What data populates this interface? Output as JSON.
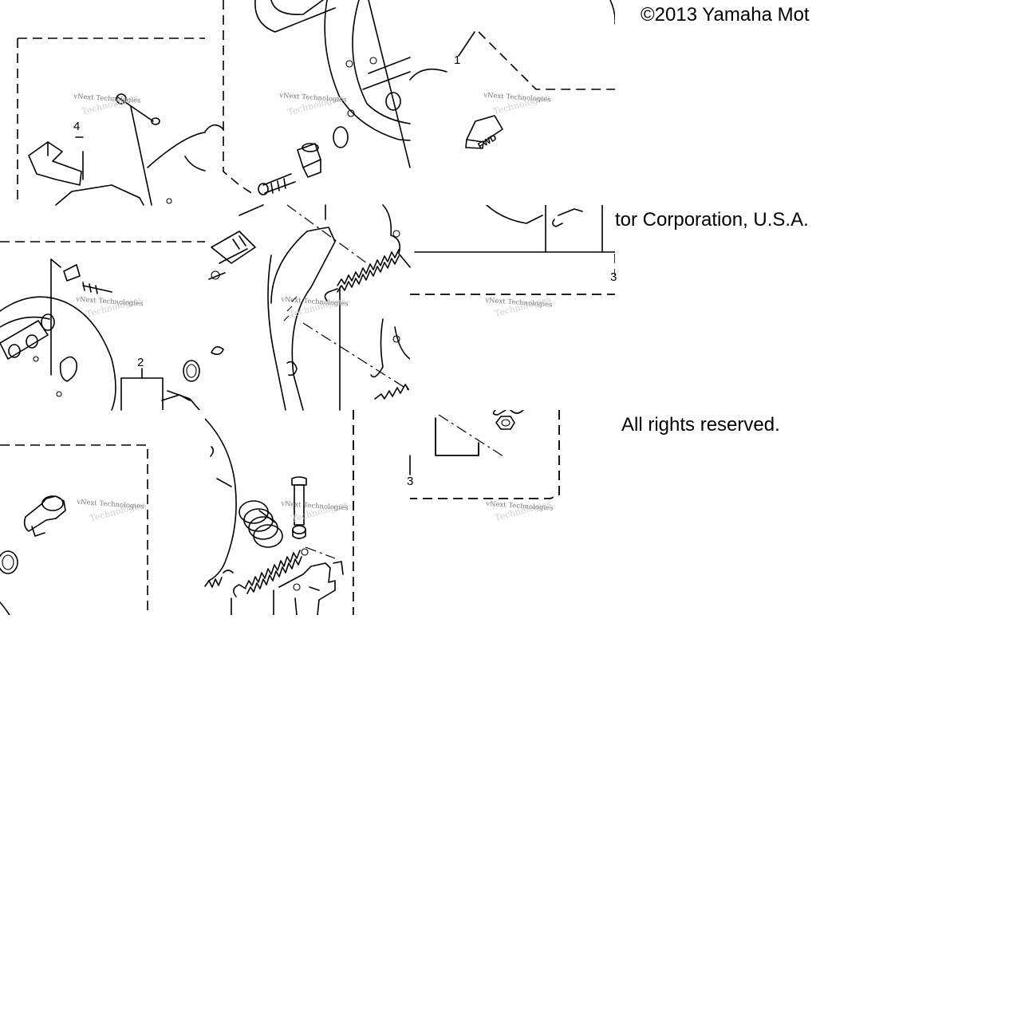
{
  "copyright": {
    "line1": "©2013 Yamaha Mot",
    "line2": "tor Corporation, U.S.A.",
    "line3": "All rights reserved."
  },
  "watermark": {
    "text": "vNext Technologies",
    "faint": "Technologies"
  },
  "callouts": {
    "c1": "1",
    "c2": "2",
    "c3a": "3",
    "c3b": "3",
    "c4": "4"
  },
  "direction_tag": "FWD"
}
